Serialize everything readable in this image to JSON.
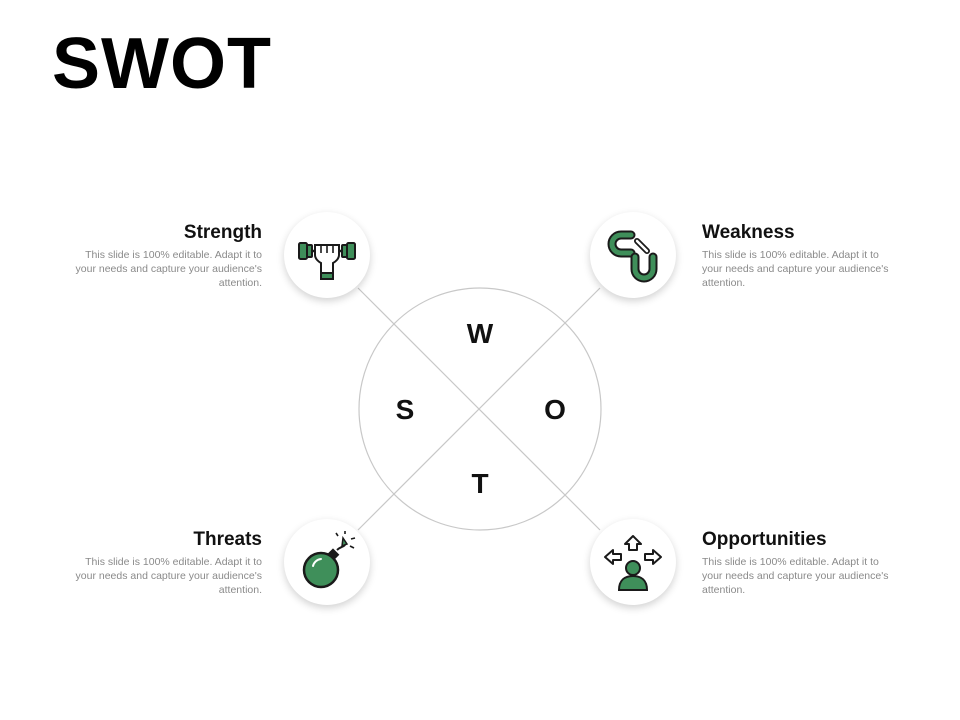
{
  "title": "SWOT",
  "center_letters": {
    "w": "W",
    "s": "S",
    "o": "O",
    "t": "T"
  },
  "quadrants": {
    "strength": {
      "heading": "Strength",
      "text": "This slide is 100% editable. Adapt it to your needs and capture your audience's attention.",
      "icon": "dumbbell-fist-icon"
    },
    "weakness": {
      "heading": "Weakness",
      "text": "This slide is 100% editable. Adapt it to your needs and capture your audience's attention.",
      "icon": "broken-chain-icon"
    },
    "threats": {
      "heading": "Threats",
      "text": "This slide is 100% editable. Adapt it to your needs and capture your audience's attention.",
      "icon": "bomb-icon"
    },
    "opportunities": {
      "heading": "Opportunities",
      "text": "This slide is 100% editable. Adapt it to your needs and capture your audience's attention.",
      "icon": "crossroads-person-icon"
    }
  },
  "colors": {
    "accent": "#3f8f5a",
    "line": "#c8c8c8",
    "dark": "#1a1a1a"
  }
}
